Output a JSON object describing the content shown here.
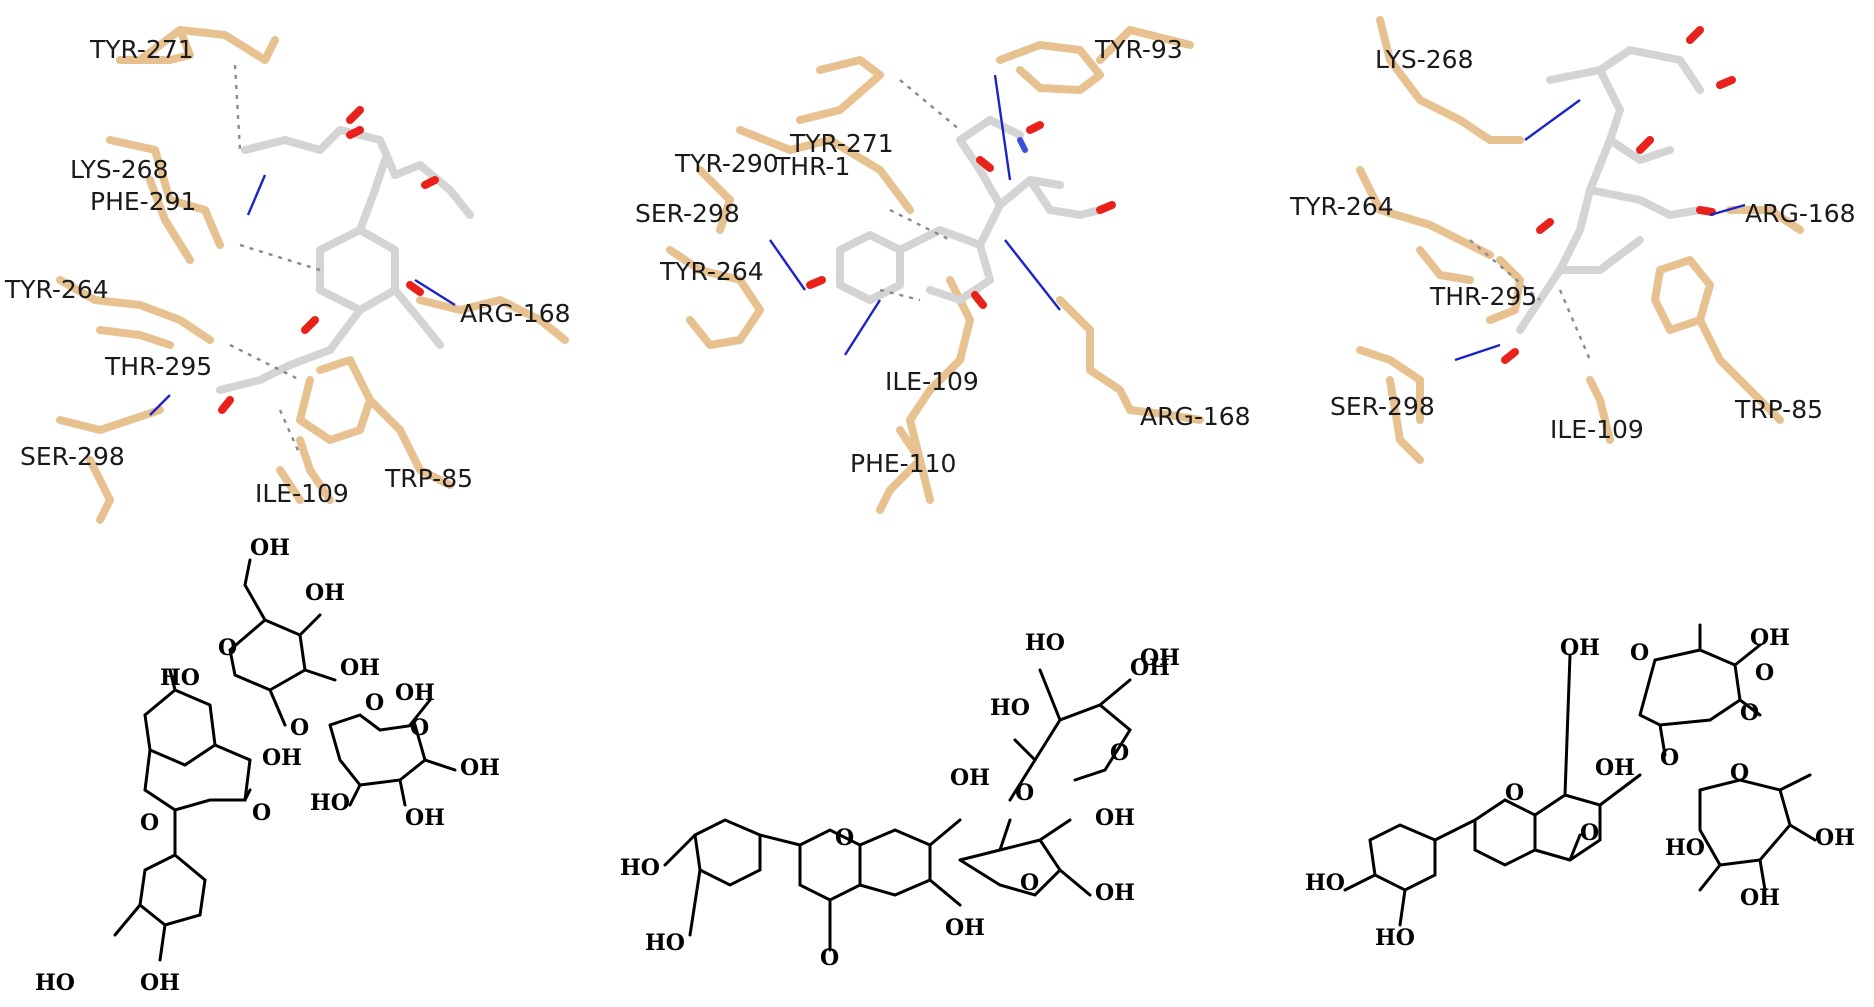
{
  "colors": {
    "residue_carbon": "#e8c190",
    "ligand_carbon": "#d4d4d4",
    "oxygen": "#e8221a",
    "nitrogen": "#3b4fd8",
    "hbond_line": "#1c24c8",
    "contact_line": "#8a8a8a",
    "structure_ink": "#000000"
  },
  "docking_panels": [
    {
      "residue_labels": [
        "TYR-271",
        "LYS-268",
        "PHE-291",
        "TYR-264",
        "THR-295",
        "SER-298",
        "ILE-109",
        "TRP-85",
        "ARG-168"
      ]
    },
    {
      "residue_labels": [
        "TYR-93",
        "TYR-271",
        "TYR-290",
        "THR-1",
        "SER-298",
        "TYR-264",
        "ILE-109",
        "PHE-110",
        "ARG-168"
      ]
    },
    {
      "residue_labels": [
        "LYS-268",
        "TYR-264",
        "ARG-168",
        "THR-295",
        "SER-298",
        "ILE-109",
        "TRP-85"
      ]
    }
  ],
  "structures": [
    {
      "atom_labels": [
        "OH",
        "OH",
        "OH",
        "HO",
        "O",
        "OH",
        "O",
        "O",
        "OH",
        "O",
        "HO",
        "OH",
        "OH",
        "O",
        "O",
        "HO",
        "OH"
      ]
    },
    {
      "atom_labels": [
        "HO",
        "OH",
        "HO",
        "OH",
        "O",
        "O",
        "OH",
        "O",
        "OH",
        "O",
        "OH",
        "HO",
        "HO",
        "OH",
        "O"
      ]
    },
    {
      "atom_labels": [
        "OH",
        "O",
        "OH",
        "O",
        "O",
        "OH",
        "O",
        "O",
        "O",
        "HO",
        "OH",
        "HO",
        "HO",
        "OH",
        "O"
      ]
    }
  ]
}
